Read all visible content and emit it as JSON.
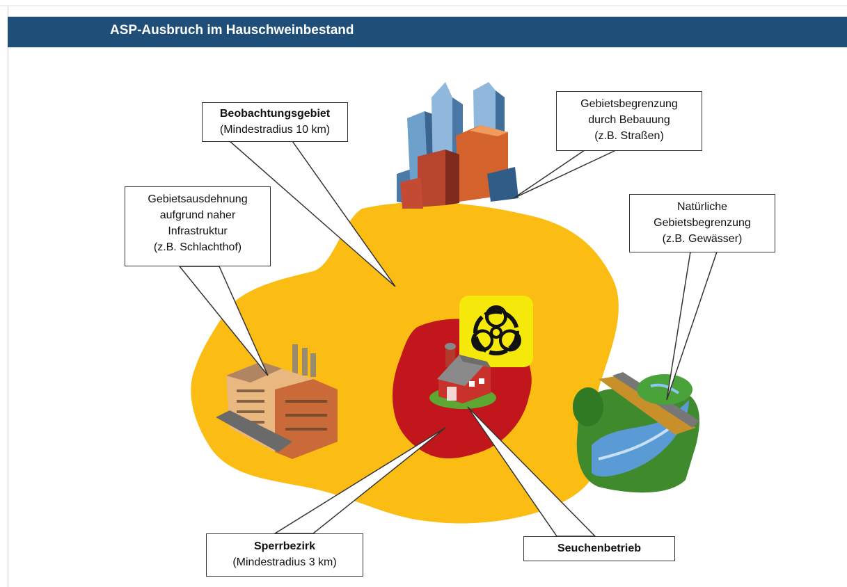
{
  "header": {
    "title": "ASP-Ausbruch im Hauschweinbestand"
  },
  "colors": {
    "header_bg": "#1f4e79",
    "observation_zone": "#fbbc14",
    "restricted_zone": "#c0161c",
    "biohazard_bg": "#f5e90c"
  },
  "callouts": {
    "beobachtungsgebiet": {
      "title": "Beobachtungsgebiet",
      "subtitle": "(Mindestradius 10 km)"
    },
    "bebauung": {
      "line1": "Gebietsbegrenzung",
      "line2": "durch Bebauung",
      "line3": "(z.B. Straßen)"
    },
    "infrastruktur": {
      "line1": "Gebietsausdehnung",
      "line2": "aufgrund naher",
      "line3": "Infrastruktur",
      "line4": "(z.B. Schlachthof)"
    },
    "natuerlich": {
      "line1": "Natürliche",
      "line2": "Gebietsbegrenzung",
      "line3": "(z.B. Gewässer)"
    },
    "sperrbezirk": {
      "title": "Sperrbezirk",
      "subtitle": "(Mindestradius 3 km)"
    },
    "seuchenbetrieb": {
      "title": "Seuchenbetrieb"
    }
  },
  "icons": [
    "city-icon",
    "factory-icon",
    "barn-icon",
    "river-bridge-icon",
    "biohazard-icon"
  ]
}
